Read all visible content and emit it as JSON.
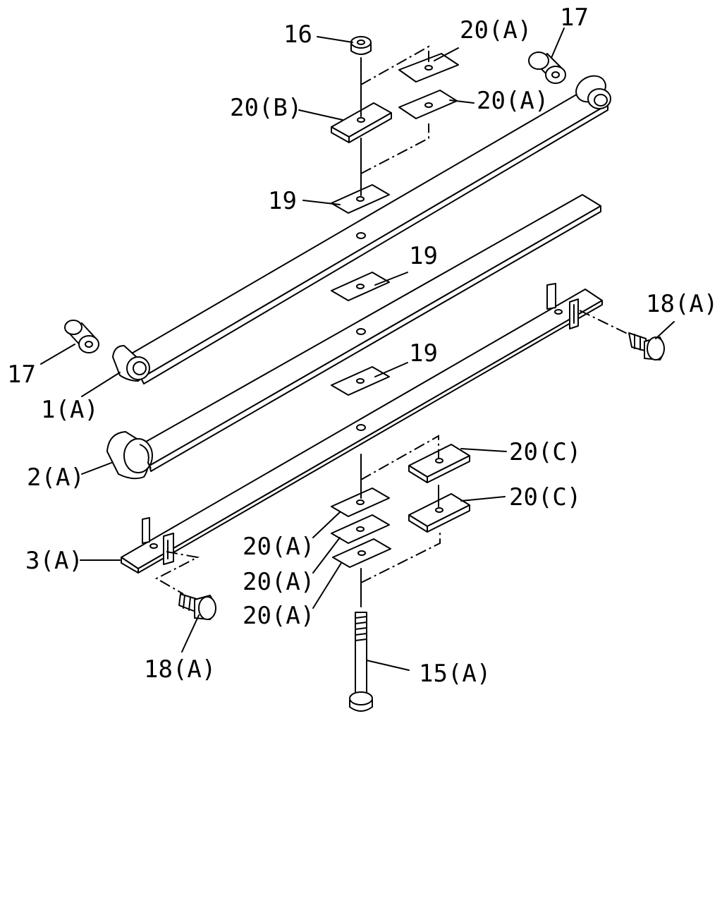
{
  "callouts": {
    "c16": "16",
    "c20a_top": "20(A)",
    "c17_top": "17",
    "c20b": "20(B)",
    "c20a_mid": "20(A)",
    "c19_top": "19",
    "c19_mid": "19",
    "c19_low": "19",
    "c18a_right": "18(A)",
    "c17_left": "17",
    "c1a": "1(A)",
    "c2a": "2(A)",
    "c20c_top": "20(C)",
    "c20c_low": "20(C)",
    "c3a": "3(A)",
    "c20a_low1": "20(A)",
    "c20a_low2": "20(A)",
    "c20a_low3": "20(A)",
    "c18a_left": "18(A)",
    "c15a": "15(A)"
  }
}
